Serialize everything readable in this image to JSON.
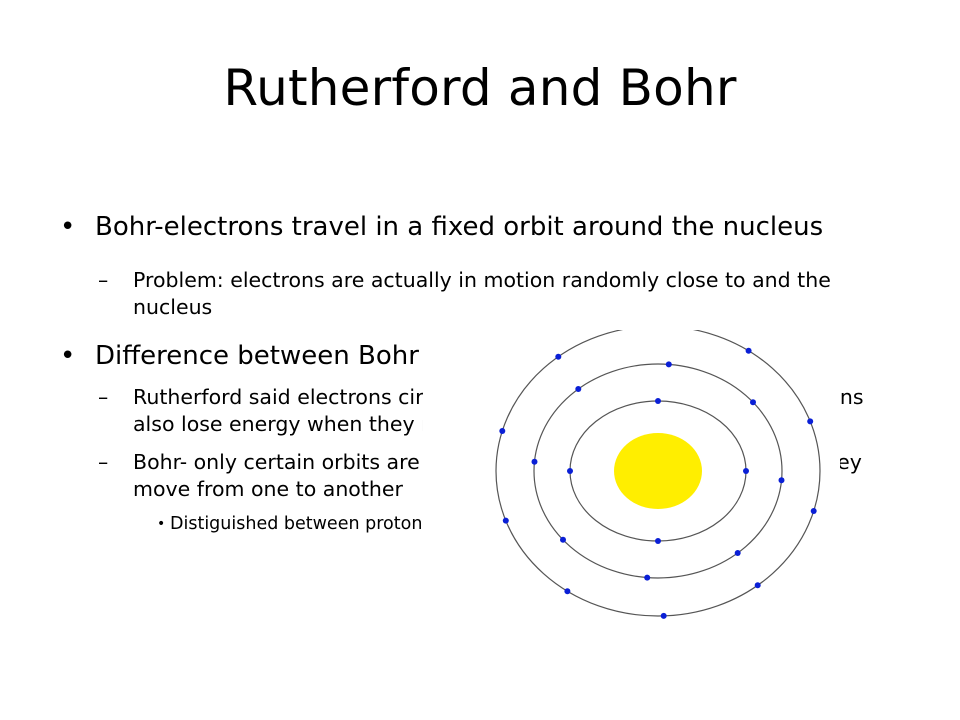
{
  "slide": {
    "title": "Rutherford and Bohr",
    "bullets": [
      {
        "marker": "•",
        "text": "Bohr-electrons travel in a fixed orbit around the nucleus"
      },
      {
        "marker": "–",
        "text": "Problem: electrons are actually in motion randomly close to and the nucleus"
      },
      {
        "marker": "•",
        "text": "Difference between Bohr and Rutherford"
      },
      {
        "marker": "–",
        "text": "Rutherford said electrons circle the nucleus and the problem- electrons also lose energy when they move closer to the nucleus"
      },
      {
        "marker": "–",
        "text": "Bohr- only certain orbits are allowed and electrons gain energy as they move from one to another"
      },
      {
        "marker": "•",
        "text": "Distiguished between protons and neutron while Rutherford did not"
      }
    ]
  },
  "atom_diagram": {
    "nucleus_color": "#ffee00",
    "orbit_color": "#555555",
    "electron_color": "#0a1fd6",
    "orbits": [
      {
        "electrons": 4
      },
      {
        "electrons": 8
      },
      {
        "electrons": 10
      }
    ]
  }
}
